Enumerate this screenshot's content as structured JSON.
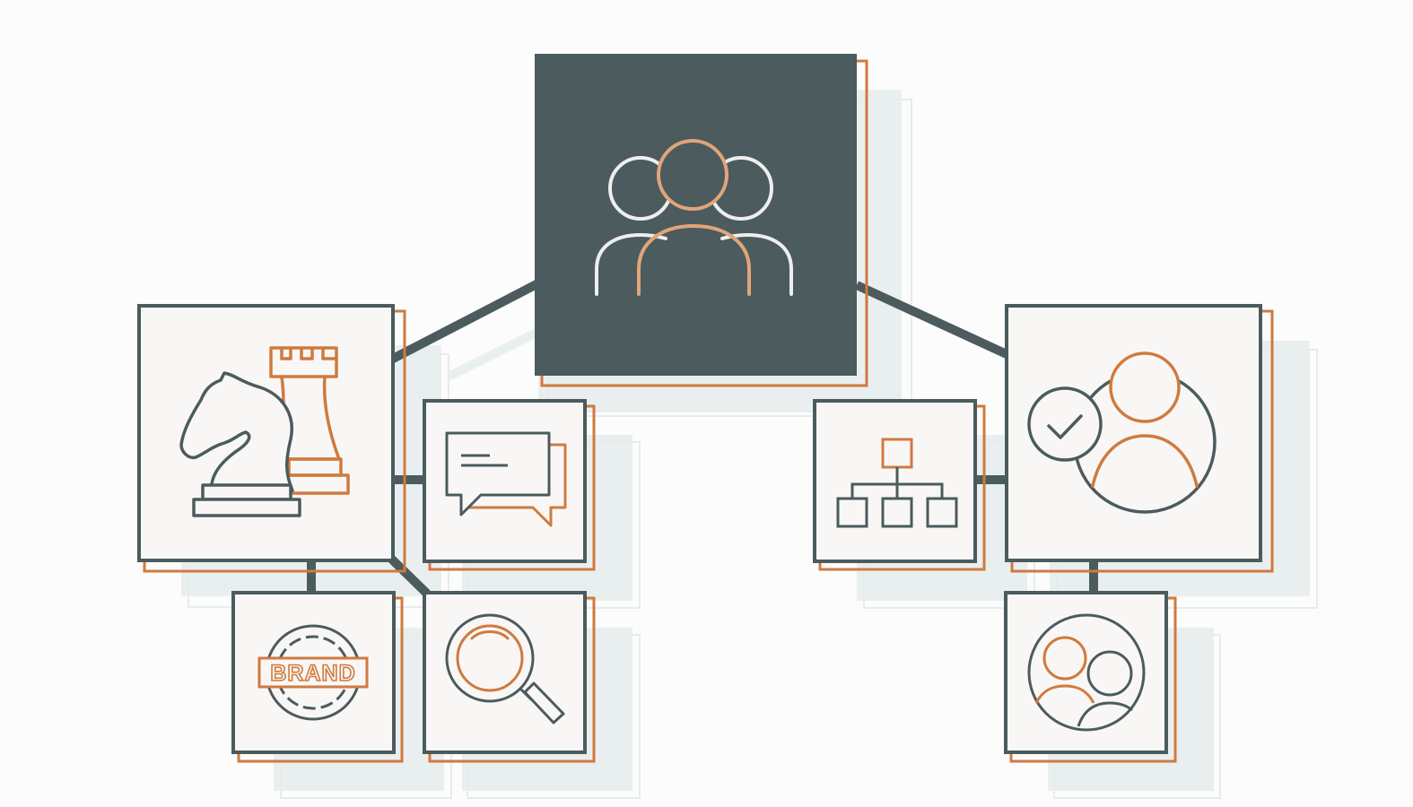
{
  "colors": {
    "background": "#fcfcfc",
    "dark": "#4b5b5e",
    "orange": "#d07a3e",
    "box_fill": "#f9f7f5",
    "shadow": "#e9efef",
    "shadow_line": "#e6ecec",
    "peach": "#e0a57a",
    "light_outline": "#ececec"
  },
  "nodes": [
    {
      "name": "team-node",
      "icon": "team-icon",
      "theme": "dark"
    },
    {
      "name": "strategy-node",
      "icon": "chess-strategy-icon",
      "theme": "light"
    },
    {
      "name": "communication-node",
      "icon": "chat-bubbles-icon",
      "theme": "light"
    },
    {
      "name": "brand-node",
      "icon": "brand-stamp-icon",
      "theme": "light"
    },
    {
      "name": "research-node",
      "icon": "magnifier-icon",
      "theme": "light"
    },
    {
      "name": "org-structure-node",
      "icon": "org-chart-icon",
      "theme": "light"
    },
    {
      "name": "verified-user-node",
      "icon": "user-check-icon",
      "theme": "light"
    },
    {
      "name": "users-group-node",
      "icon": "users-circle-icon",
      "theme": "light"
    }
  ],
  "brand_stamp": {
    "text": "BRAND"
  }
}
